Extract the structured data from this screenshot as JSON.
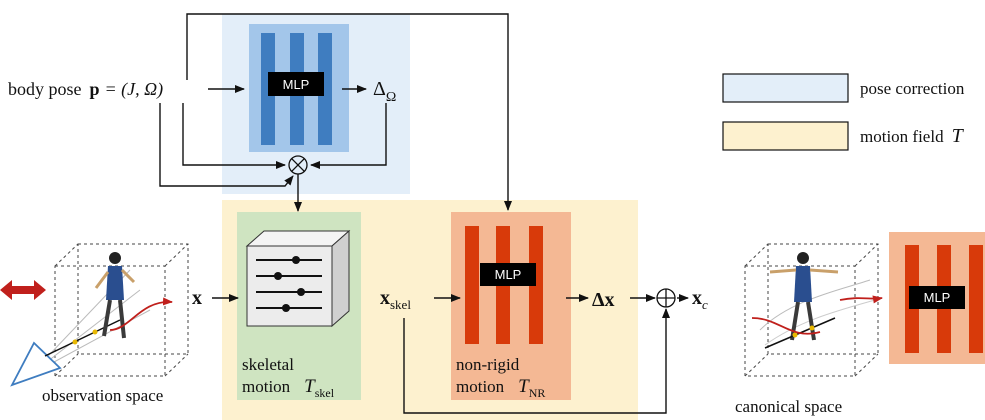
{
  "legend": {
    "pose_correction": "pose correction",
    "motion_field": "motion field",
    "motion_field_symbol": "T"
  },
  "inputs": {
    "body_pose_label": "body pose",
    "body_pose_bold": "p",
    "body_pose_eq": "= (J, Ω)"
  },
  "pose_mlp": {
    "label": "MLP"
  },
  "delta_omega": {
    "base": "Δ",
    "sub": "Ω"
  },
  "operators": {
    "otimes": "⊗",
    "oplus": "⊕"
  },
  "skeletal": {
    "line1": "skeletal",
    "line2": "motion",
    "symbol": "T",
    "sub": "skel"
  },
  "nonrigid": {
    "mlp": "MLP",
    "line1": "non-rigid",
    "line2": "motion",
    "symbol": "T",
    "sub": "NR"
  },
  "vars": {
    "x": "x",
    "x_skel": "x",
    "x_skel_sub": "skel",
    "delta_x": "Δx",
    "x_c": "x",
    "x_c_sub": "c"
  },
  "spaces": {
    "observation": "observation space",
    "canonical": "canonical space"
  },
  "canonical_mlp": {
    "label": "MLP"
  },
  "colors": {
    "pose_bg": "#e3eef9",
    "pose_mlp_bg": "#a3c6ea",
    "pose_bar": "#3f7dc0",
    "motion_bg": "#fdf1cf",
    "skel_bg": "#cfe4c1",
    "nr_bg": "#f4b894",
    "nr_bar": "#d83a0a",
    "red_arrow": "#c0201c"
  }
}
